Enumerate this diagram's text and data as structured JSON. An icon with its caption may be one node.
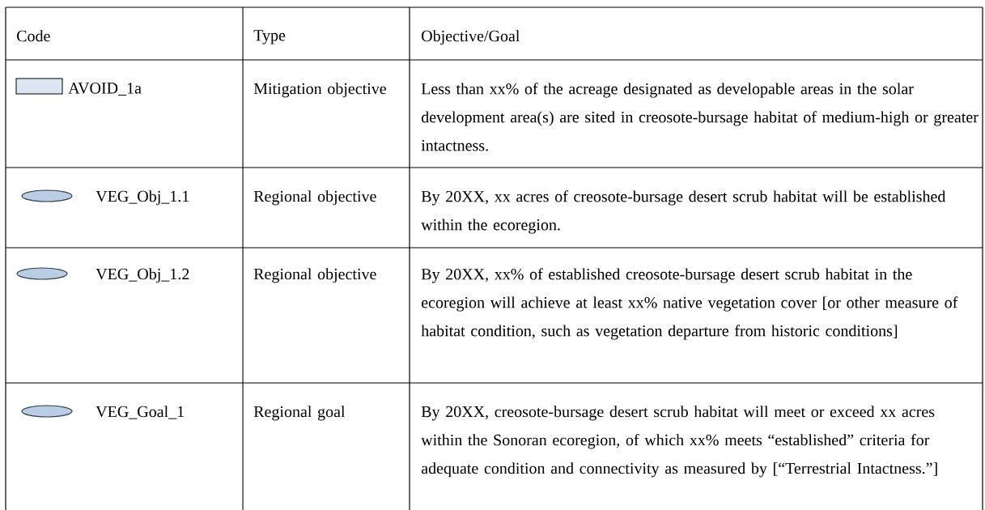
{
  "diagram": {
    "labels": [
      "Code",
      "Type",
      "Objective/Goal",
      "AVOID_1a",
      "Mitigation objective",
      "Less than xx% of the acreage designated as developable areas in the solar development area(s) are sited in creosote-bursage habitat of medium-high or greater intactness.",
      "VEG_Obj_1.1",
      "Regional objective",
      "By 20XX, xx acres of creosote-bursage desert scrub habitat will be established within the ecoregion.",
      "VEG_Obj_1.2",
      "Regional objective",
      "By 20XX, xx% of established creosote-bursage desert scrub habitat in the ecoregion will achieve at least xx% native vegetation cover [or other measure of habitat condition, such as vegetation departure from historic conditions]",
      "VEG_Goal_1",
      "Regional goal",
      "By 20XX, creosote-bursage desert scrub habitat will meet or exceed xx acres within the Sonoran ecoregion, of which xx% meets “established” criteria for adequate condition and connectivity as measured by [“Terrestrial Intactness.”]"
    ]
  }
}
